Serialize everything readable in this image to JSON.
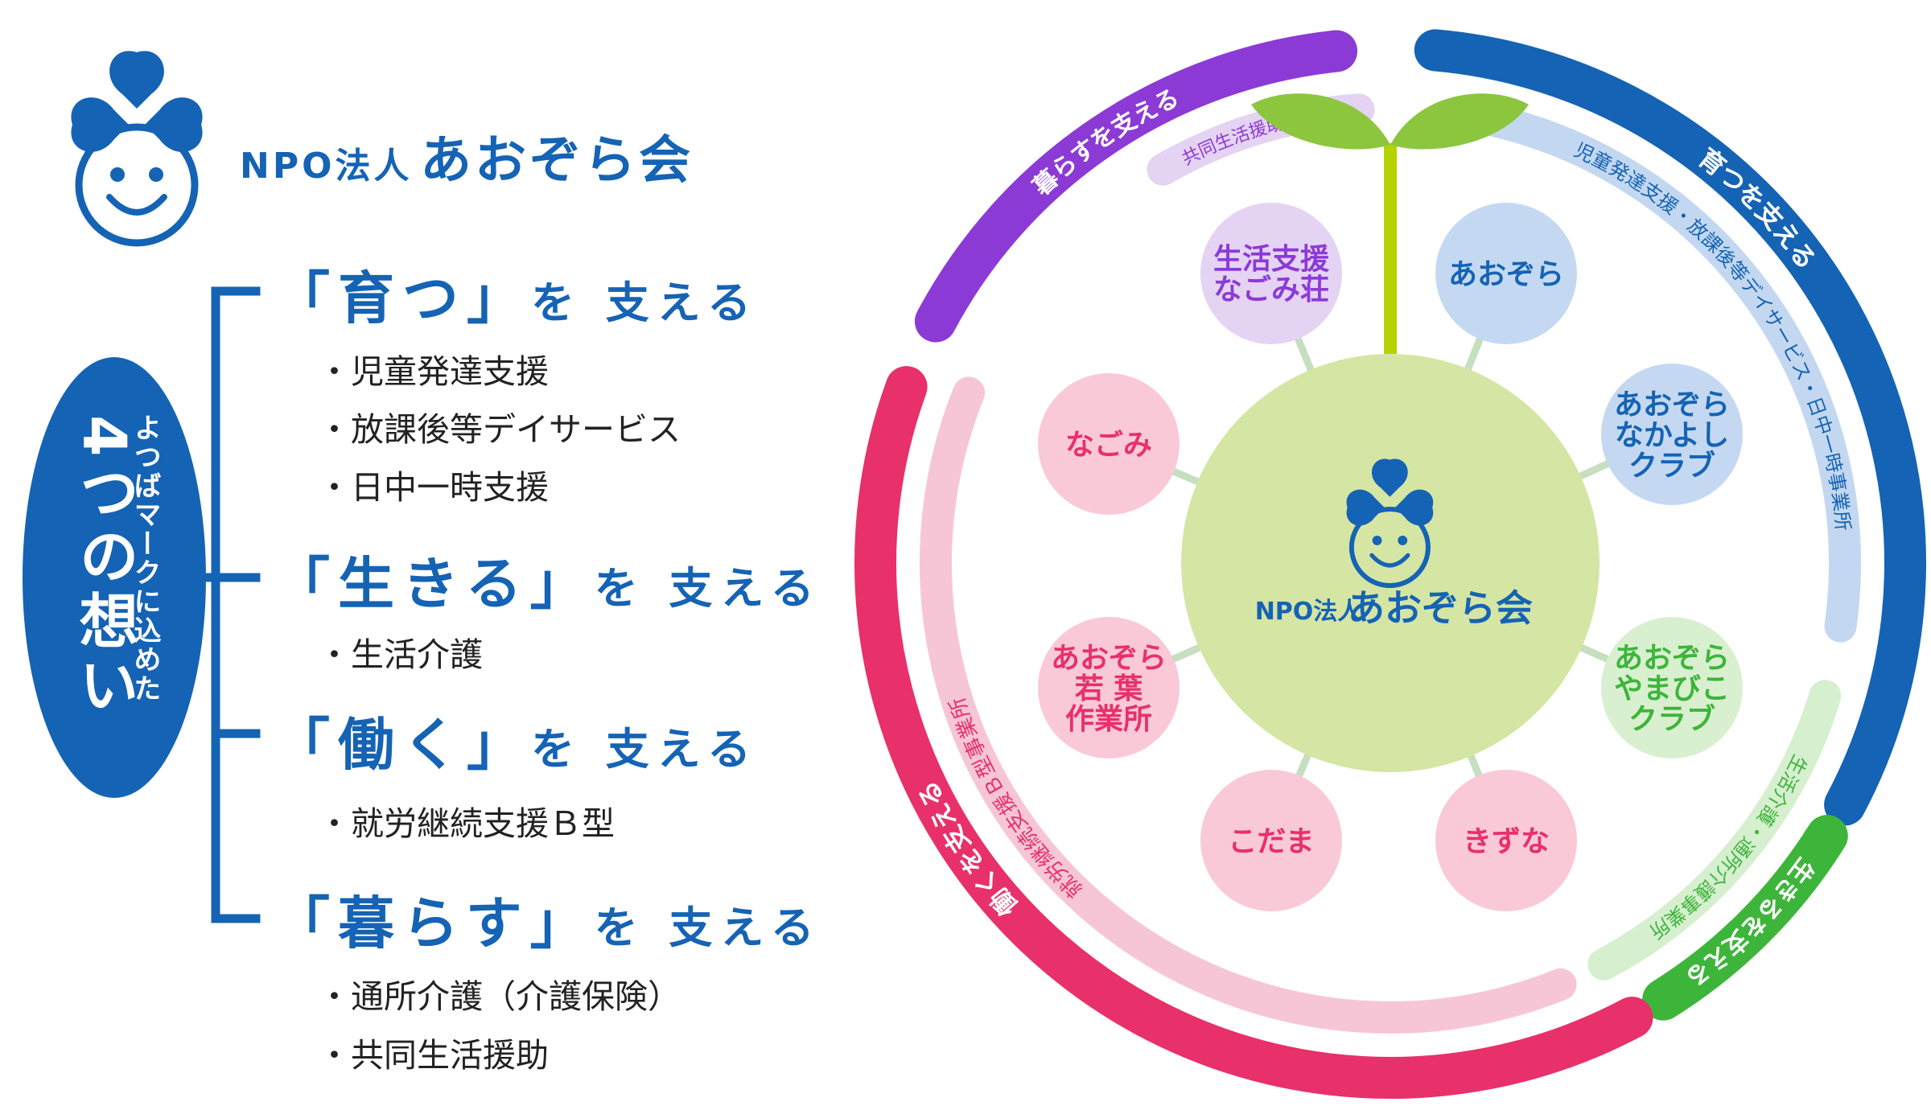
{
  "brand": {
    "prefix": "NPO法人",
    "name": "あおぞら会"
  },
  "oval": {
    "main": "4つの想い",
    "sub": "よつばマークに込めた"
  },
  "pillars": [
    {
      "bracket": "「",
      "word": "育つ",
      "close": "」",
      "suffix": "を 支える",
      "services": [
        "児童発達支援",
        "放課後等デイサービス",
        "日中一時支援"
      ]
    },
    {
      "bracket": "「",
      "word": "生きる",
      "close": "」",
      "suffix": "を 支える",
      "services": [
        "生活介護"
      ]
    },
    {
      "bracket": "「",
      "word": "働く",
      "close": "」",
      "suffix": "を 支える",
      "services": [
        "就労継続支援Ｂ型"
      ]
    },
    {
      "bracket": "「",
      "word": "暮らす",
      "close": "」",
      "suffix": "を 支える",
      "services": [
        "通所介護（介護保険）",
        "共同生活援助"
      ]
    }
  ],
  "diagram": {
    "center": {
      "prefix": "NPO法人",
      "name": "あおぞら会"
    },
    "outer_arcs": [
      {
        "label": "育つを支える",
        "color": "#1563b4"
      },
      {
        "label": "生きるを支える",
        "color": "#3db53a"
      },
      {
        "label": "働くを支える",
        "color": "#e8306a"
      },
      {
        "label": "暮らすを支える",
        "color": "#8c3ad6"
      }
    ],
    "inner_arcs": [
      {
        "label": "児童発達支援・放課後等デイサービス・日中一時事業所",
        "color": "#c3d8f0",
        "text_color": "#1563b4"
      },
      {
        "label": "生活介護・通所介護事業所",
        "color": "#d6efcf",
        "text_color": "#3db53a"
      },
      {
        "label": "就労継続支援Ｂ型事業所",
        "color": "#f7c6d6",
        "text_color": "#e8306a"
      },
      {
        "label": "共同生活援助事業所",
        "color": "#e4d3f3",
        "text_color": "#8c3ad6"
      }
    ],
    "facilities": [
      {
        "lines": [
          "あおぞら"
        ],
        "color": "#c4d9f1",
        "text_color": "#1563b4"
      },
      {
        "lines": [
          "あおぞら",
          "なかよし",
          "クラブ"
        ],
        "color": "#c4d9f1",
        "text_color": "#1563b4"
      },
      {
        "lines": [
          "あおぞら",
          "やまびこ",
          "クラブ"
        ],
        "color": "#d9f0d0",
        "text_color": "#3db53a"
      },
      {
        "lines": [
          "きずな"
        ],
        "color": "#f9c9d8",
        "text_color": "#e8306a"
      },
      {
        "lines": [
          "こだま"
        ],
        "color": "#f9c9d8",
        "text_color": "#e8306a"
      },
      {
        "lines": [
          "あおぞら",
          "若 葉",
          "作業所"
        ],
        "color": "#f9c9d8",
        "text_color": "#e8306a"
      },
      {
        "lines": [
          "なごみ"
        ],
        "color": "#f9c9d8",
        "text_color": "#e8306a"
      },
      {
        "lines": [
          "生活支援",
          "なごみ荘"
        ],
        "color": "#e4d3f3",
        "text_color": "#8c3ad6"
      }
    ],
    "colors": {
      "center_fill": "#d5e5a4",
      "connector": "#c6dfbf",
      "sprout_leaf": "#8cc63f",
      "sprout_stem": "#b5d300",
      "logo_blue": "#1563b4"
    }
  }
}
